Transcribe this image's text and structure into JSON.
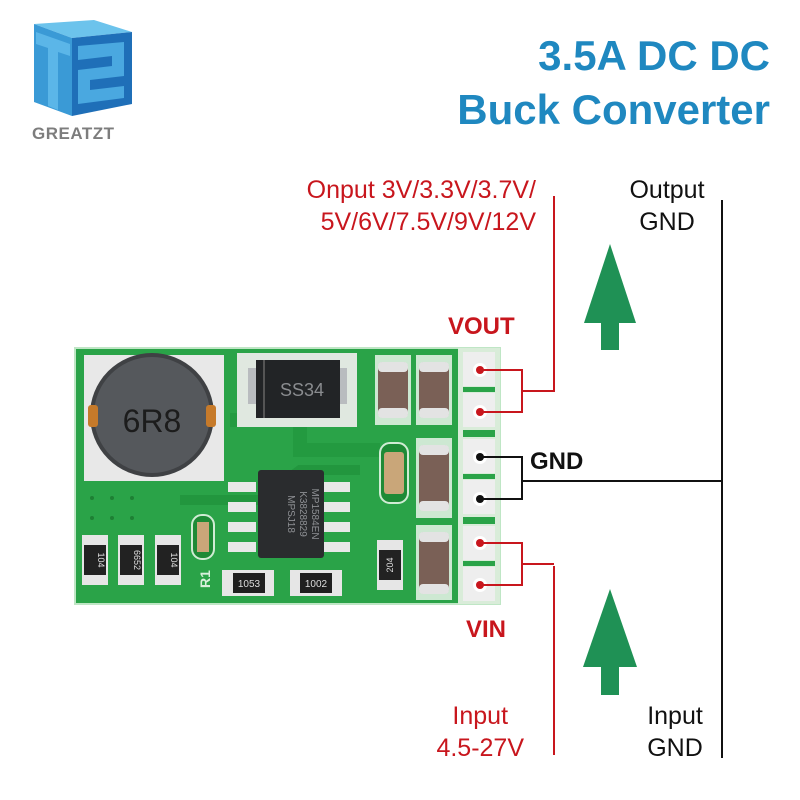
{
  "brand": {
    "logo_icon": "t2-cube-logo-icon",
    "name": "GREATZT"
  },
  "header": {
    "title_line1": "3.5A DC DC",
    "title_line2": "Buck Converter"
  },
  "labels": {
    "output_voltage_line1": "Onput 3V/3.3V/3.7V/",
    "output_voltage_line2": "5V/6V/7.5V/9V/12V",
    "output_gnd_line1": "Output",
    "output_gnd_line2": "GND",
    "vout": "VOUT",
    "gnd": "GND",
    "vin": "VIN",
    "input_voltage_line1": "Input",
    "input_voltage_line2": "4.5-27V",
    "input_gnd_line1": "Input",
    "input_gnd_line2": "GND"
  },
  "board": {
    "inductor_marking": "6R8",
    "diode_marking": "SS34",
    "ic_marking": [
      "MP1584EN",
      "K3828829",
      "MPSJ18"
    ],
    "resistors": [
      "104",
      "6652",
      "104",
      "1053",
      "1002",
      "204"
    ],
    "silkscreen_r1": "R1",
    "pins": [
      "VOUT",
      "VOUT",
      "GND",
      "GND",
      "VIN",
      "VIN"
    ]
  },
  "colors": {
    "title_blue": "#1f88c0",
    "label_red": "#c8161d",
    "arrow_green": "#1f9155",
    "pcb_green": "#2aa348"
  }
}
